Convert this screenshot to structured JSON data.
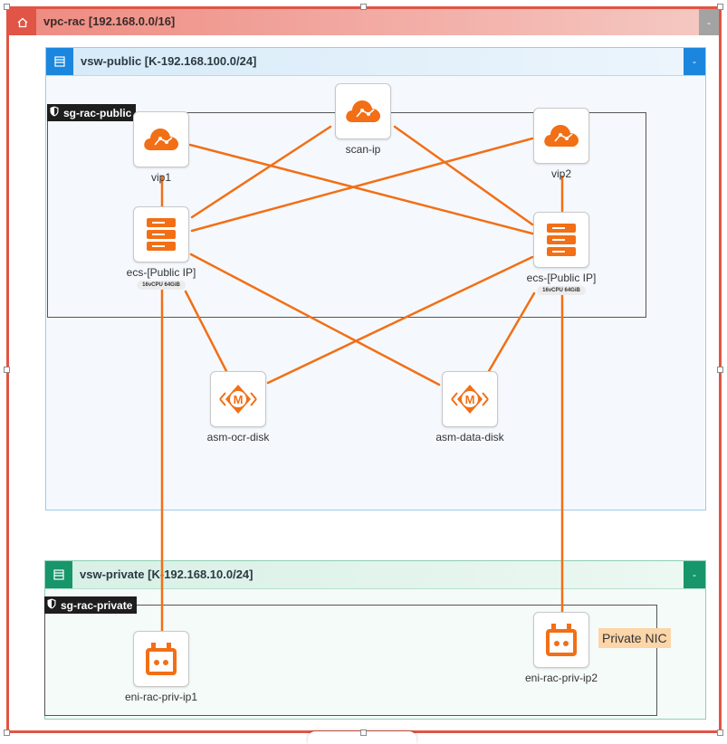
{
  "vpc": {
    "title": "vpc-rac [192.168.0.0/16]",
    "collapse": "-"
  },
  "vsw_public": {
    "title": "vsw-public [K-192.168.100.0/24]",
    "collapse": "-"
  },
  "vsw_private": {
    "title": "vsw-private [K-192.168.10.0/24]",
    "collapse": "-"
  },
  "sg_public": {
    "label": "sg-rac-public"
  },
  "sg_private": {
    "label": "sg-rac-private"
  },
  "nodes": {
    "vip1": {
      "label": "vip1",
      "icon": "cloud-icon"
    },
    "scan_ip": {
      "label": "scan-ip",
      "icon": "cloud-icon"
    },
    "vip2": {
      "label": "vip2",
      "icon": "cloud-icon"
    },
    "ecs1": {
      "label": "ecs-[Public IP]",
      "badge": "16vCPU  64GiB",
      "icon": "server-icon"
    },
    "ecs2": {
      "label": "ecs-[Public IP]",
      "badge": "16vCPU  64GiB",
      "icon": "server-icon"
    },
    "asm_ocr": {
      "label": "asm-ocr-disk",
      "icon": "disk-icon"
    },
    "asm_data": {
      "label": "asm-data-disk",
      "icon": "disk-icon"
    },
    "eni1": {
      "label": "eni-rac-priv-ip1",
      "icon": "eni-icon"
    },
    "eni2": {
      "label": "eni-rac-priv-ip2",
      "icon": "eni-icon"
    }
  },
  "note": {
    "text": "Private NIC"
  },
  "colors": {
    "accent": "#f26f16",
    "vpc": "#e05545",
    "public": "#1b86dd",
    "private": "#16966a"
  }
}
